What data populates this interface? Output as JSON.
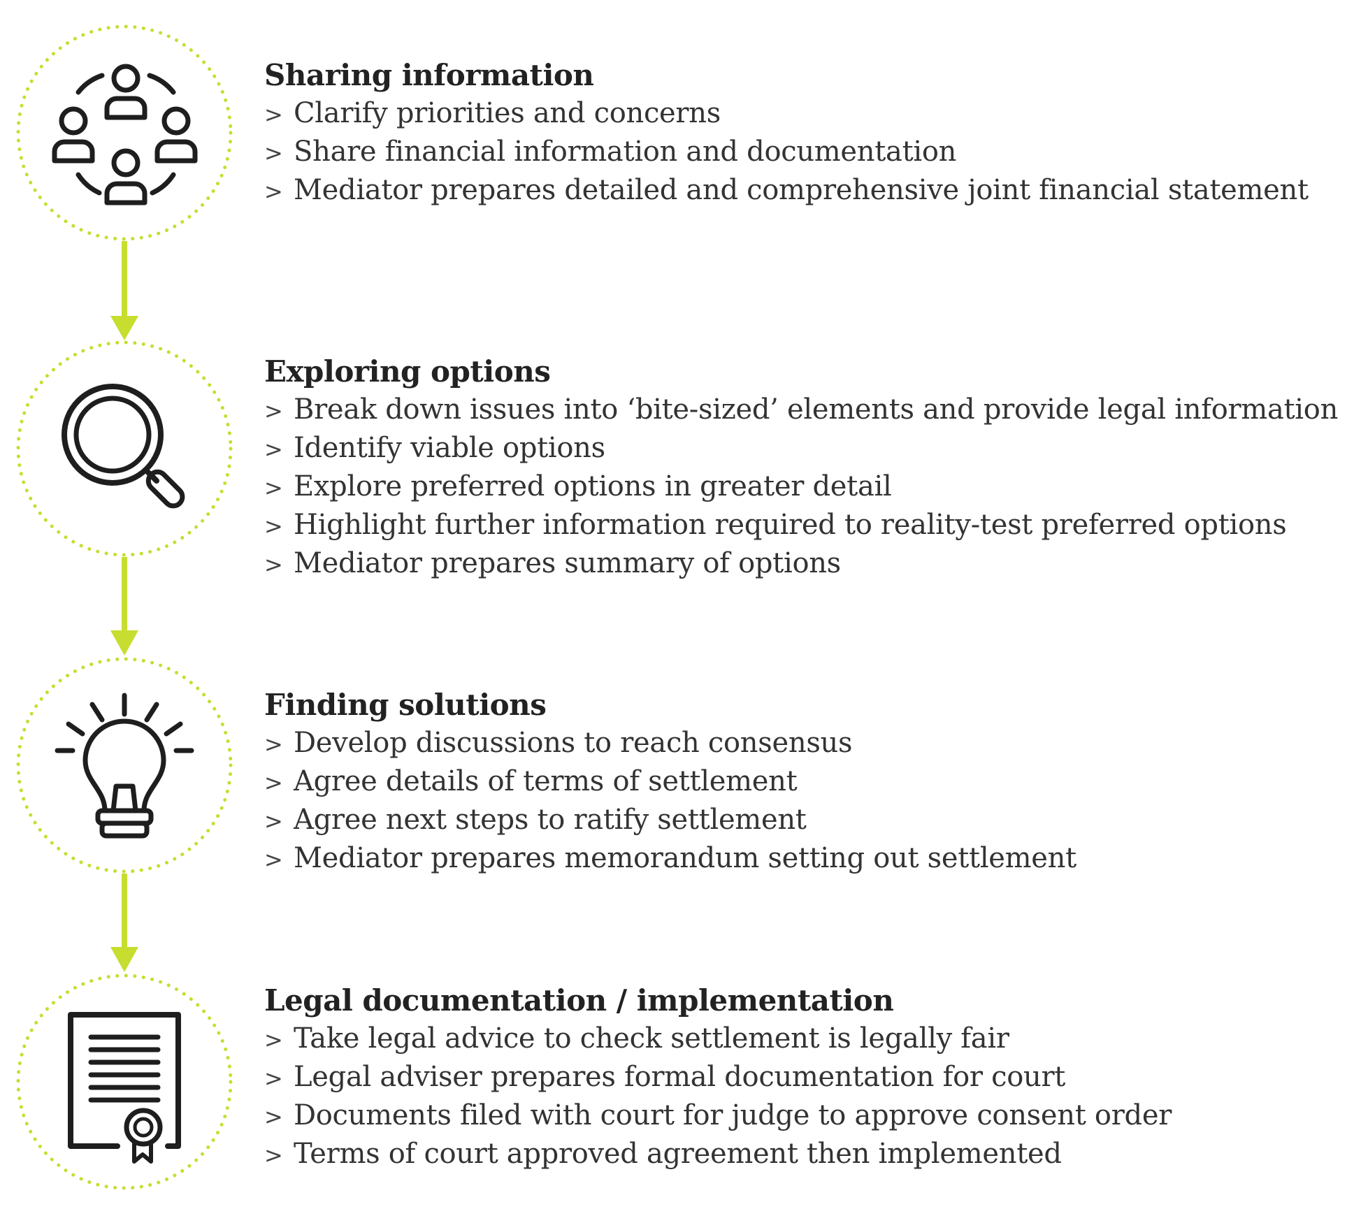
{
  "colors": {
    "accent": "#c7dd2f",
    "icon": "#1e1e1e",
    "text": "#333333"
  },
  "bullet_marker": ">",
  "steps": [
    {
      "icon": "group-of-people-icon",
      "title": "Sharing information",
      "items": [
        "Clarify priorities and concerns",
        "Share financial information and documentation",
        "Mediator prepares detailed and comprehensive joint financial statement"
      ]
    },
    {
      "icon": "magnifying-glass-icon",
      "title": "Exploring options",
      "items": [
        "Break down issues into ‘bite-sized’ elements and provide legal information",
        "Identify viable options",
        "Explore preferred options in greater detail",
        "Highlight further information required to reality-test preferred options",
        "Mediator prepares summary of options"
      ]
    },
    {
      "icon": "light-bulb-icon",
      "title": "Finding solutions",
      "items": [
        "Develop discussions to reach consensus",
        "Agree details of terms of settlement",
        "Agree next steps to ratify settlement",
        "Mediator prepares memorandum setting out settlement"
      ]
    },
    {
      "icon": "certificate-document-icon",
      "title": "Legal documentation / implementation",
      "items": [
        "Take legal advice to check settlement is legally fair",
        "Legal adviser prepares formal documentation for court",
        "Documents filed with court for judge to approve consent order",
        "Terms of court approved agreement then implemented"
      ]
    }
  ]
}
